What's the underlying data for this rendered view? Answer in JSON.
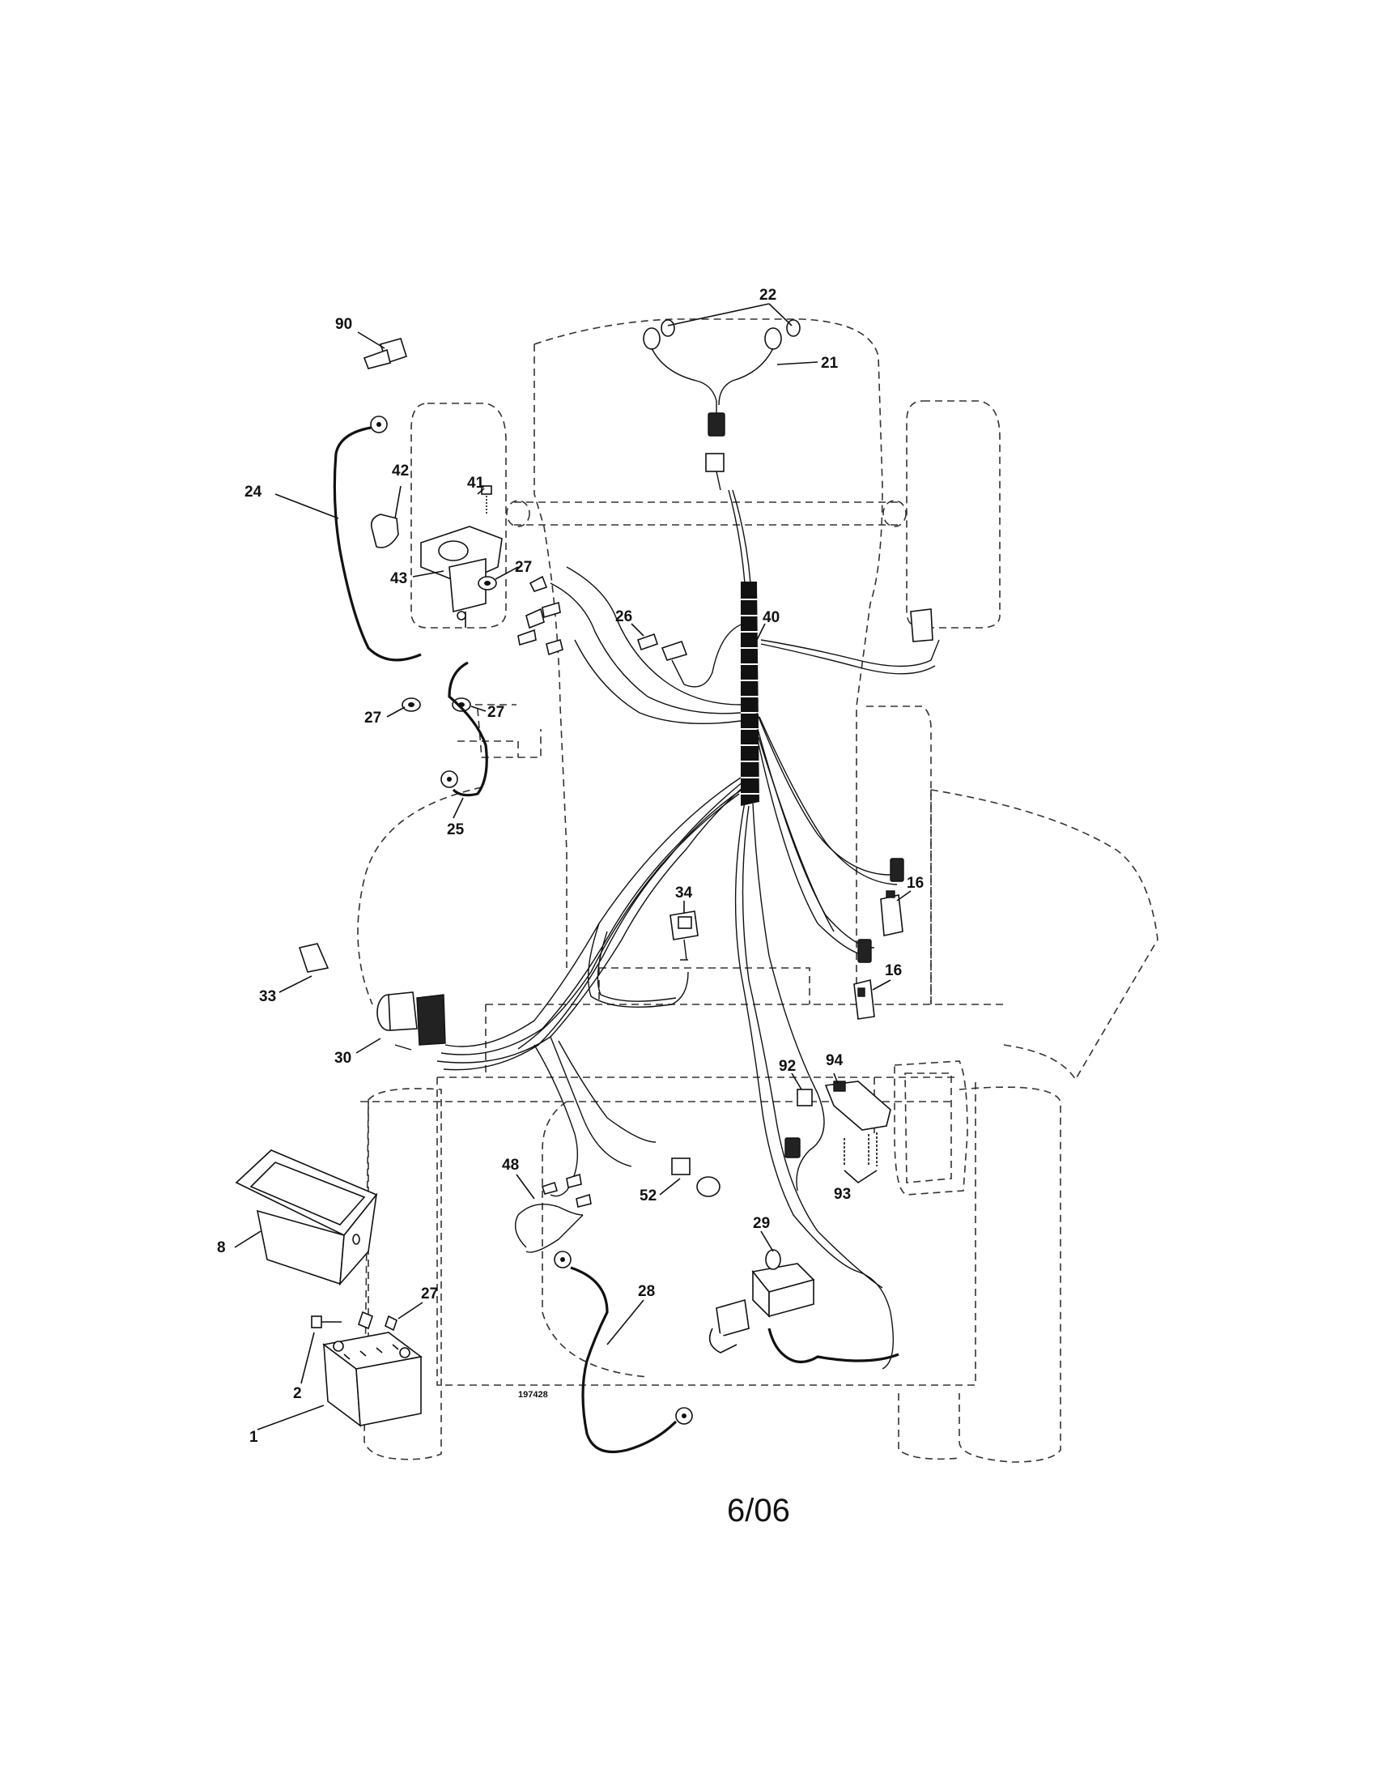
{
  "diagram": {
    "figure_number": "197428",
    "date": "6/06",
    "callouts": [
      {
        "id": "c90",
        "label": "90"
      },
      {
        "id": "c22",
        "label": "22"
      },
      {
        "id": "c21",
        "label": "21"
      },
      {
        "id": "c24",
        "label": "24"
      },
      {
        "id": "c42",
        "label": "42"
      },
      {
        "id": "c41",
        "label": "41"
      },
      {
        "id": "c43",
        "label": "43"
      },
      {
        "id": "c27a",
        "label": "27"
      },
      {
        "id": "c26",
        "label": "26"
      },
      {
        "id": "c40",
        "label": "40"
      },
      {
        "id": "c27b",
        "label": "27"
      },
      {
        "id": "c27c",
        "label": "27"
      },
      {
        "id": "c25",
        "label": "25"
      },
      {
        "id": "c16a",
        "label": "16"
      },
      {
        "id": "c34",
        "label": "34"
      },
      {
        "id": "c16b",
        "label": "16"
      },
      {
        "id": "c33",
        "label": "33"
      },
      {
        "id": "c30",
        "label": "30"
      },
      {
        "id": "c92",
        "label": "92"
      },
      {
        "id": "c94",
        "label": "94"
      },
      {
        "id": "c48",
        "label": "48"
      },
      {
        "id": "c93",
        "label": "93"
      },
      {
        "id": "c52",
        "label": "52"
      },
      {
        "id": "c8",
        "label": "8"
      },
      {
        "id": "c29",
        "label": "29"
      },
      {
        "id": "c28",
        "label": "28"
      },
      {
        "id": "c27d",
        "label": "27"
      },
      {
        "id": "c2",
        "label": "2"
      },
      {
        "id": "c1",
        "label": "1"
      }
    ]
  }
}
